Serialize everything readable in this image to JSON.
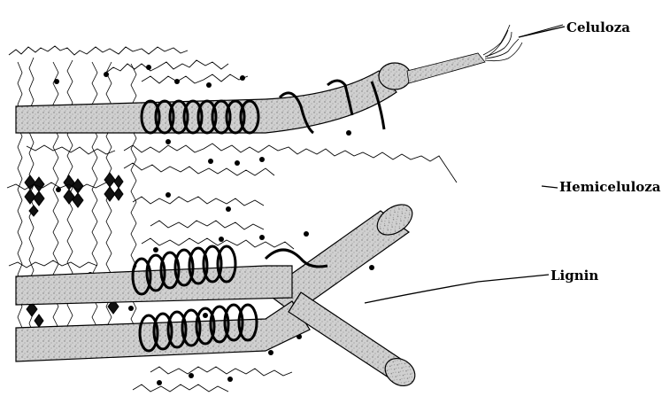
{
  "labels": {
    "cellulose": "Celuloza",
    "hemicellulose": "Hemiceluloza",
    "lignin": "Lignin"
  },
  "colors": {
    "ink": "#000000",
    "fiber_fill": "#c9c9c9",
    "fiber_light": "#ececec",
    "background": "#ffffff"
  }
}
